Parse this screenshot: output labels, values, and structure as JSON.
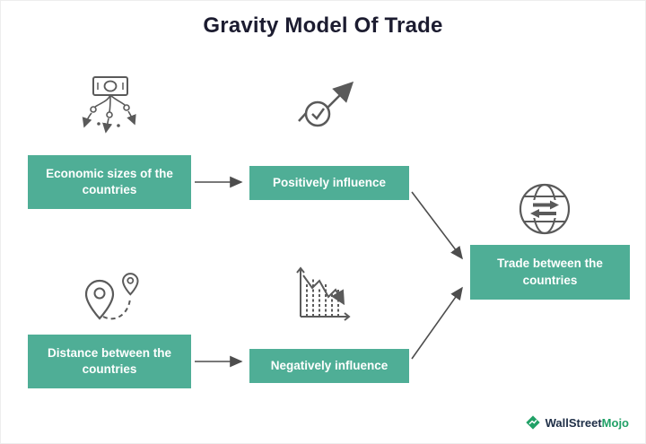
{
  "title": "Gravity Model Of Trade",
  "nodes": {
    "economic": "Economic sizes of the countries",
    "positive": "Positively influence",
    "distance": "Distance between the countries",
    "negative": "Negatively influence",
    "trade": "Trade between the countries"
  },
  "icons": {
    "economy": "money-distribution-icon",
    "growth": "growth-chart-check-icon",
    "pins": "distance-map-pins-icon",
    "decline": "declining-chart-icon",
    "globe": "global-trade-exchange-icon"
  },
  "logo": {
    "part1": "WallStreet",
    "part2": "Mojo"
  },
  "colors": {
    "box_fill": "#4FAE96",
    "box_text": "#FFFFFF",
    "title_text": "#1C1C30",
    "icon_stroke": "#5A5A5A",
    "arrow": "#4D4D4D",
    "logo_green": "#21A167",
    "logo_dark": "#203048"
  }
}
